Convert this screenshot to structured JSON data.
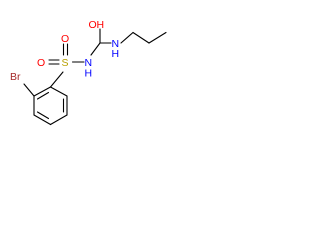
{
  "atoms": {
    "bromine": {
      "label": "Br",
      "color": "#a52a2a"
    },
    "sulfur": {
      "label": "S",
      "color": "#b8a000"
    },
    "oxygen_left": {
      "label": "O",
      "color": "#ff0000"
    },
    "oxygen_top": {
      "label": "O",
      "color": "#ff0000"
    },
    "sulfonamide_nh": {
      "label": "N",
      "color": "#0000ff"
    },
    "sulfonamide_h": {
      "label": "H",
      "color": "#0000ff"
    },
    "carbonyl_oxygen": {
      "label": "O",
      "color": "#ff0000"
    },
    "urea_nitrogen": {
      "label": "N",
      "color": "#0000ff"
    },
    "urea_nitrogen_h": {
      "label": "H",
      "color": "#0000ff"
    },
    "hydroxyl_h": {
      "label": "H",
      "color": "#ff0000"
    }
  },
  "bond_color": "#000000"
}
